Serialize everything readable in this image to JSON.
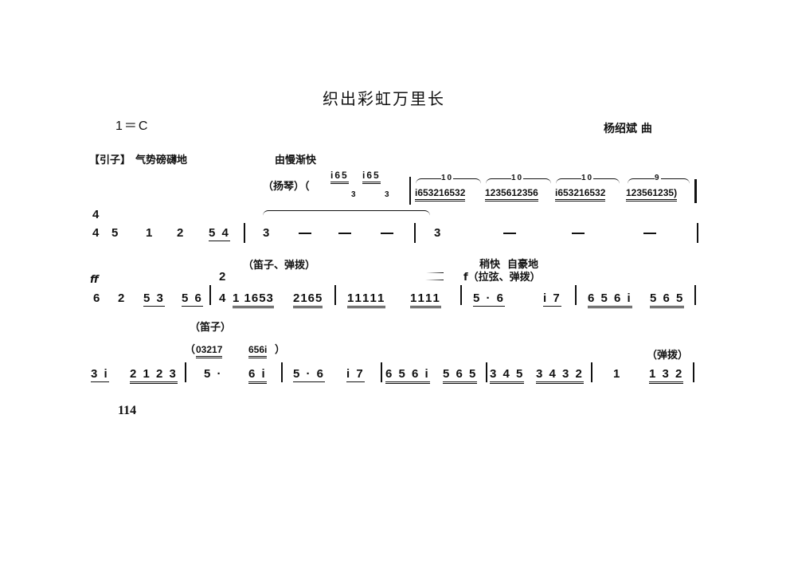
{
  "title": "织出彩虹万里长",
  "key": "1＝C",
  "composer": "杨绍斌 曲",
  "intro": {
    "label": "【引子】",
    "expression": "气势磅礴地",
    "tempo": "由慢渐快",
    "instrument": "（扬琴）（"
  },
  "row1": {
    "triplets": [
      "i65",
      "i65"
    ],
    "triplet_num": "3",
    "runs": [
      "i653216532",
      "1235612356",
      "i653216532",
      "123561235)"
    ],
    "tuplets": [
      "10",
      "10",
      "10",
      "9"
    ]
  },
  "row2": {
    "time_sig": [
      "4",
      "4"
    ],
    "notes": [
      "5",
      "1",
      "2",
      "5 4",
      "3",
      "3"
    ]
  },
  "row3": {
    "dynamic": "ff",
    "annotation1": "（笛子、弹拨）",
    "annotation2": "稍快  自豪地",
    "annotation3": "f（拉弦、弹拨）",
    "time_sig": [
      "2",
      "4"
    ],
    "notes": [
      "6",
      "2",
      "5 3",
      "5 6",
      "1 1653",
      "2165",
      "11111",
      "1111",
      "5 · 6",
      "i 7",
      "6 5 6 i",
      "5 6 5"
    ]
  },
  "row4": {
    "annotation": "（笛子）",
    "upper": [
      "（",
      "03217",
      "656i",
      "）"
    ],
    "annotation_right": "（弹拨）",
    "notes": [
      "3 i",
      "2 1 2 3",
      "5 ·",
      "6 i",
      "5 · 6",
      "i 7",
      "6 5 6 i",
      "5 6 5",
      "3 4 5",
      "3 4 3 2",
      "1",
      "1 3 2"
    ]
  },
  "page_number": "114"
}
